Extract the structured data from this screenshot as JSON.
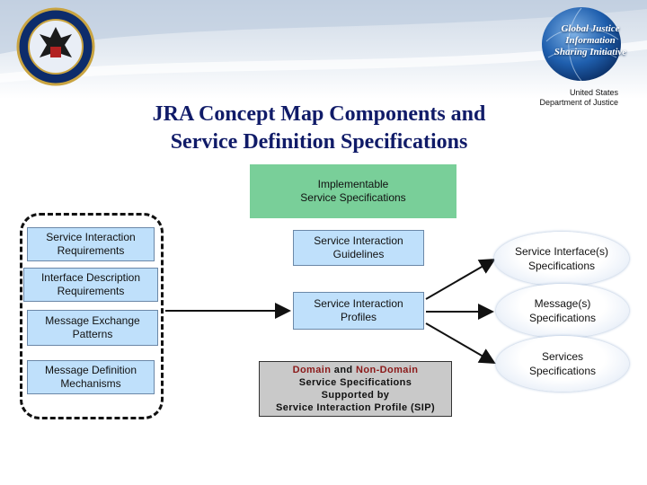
{
  "header": {
    "globe_lines": [
      "Global Justice",
      "Information",
      "Sharing Initiative"
    ],
    "department_lines": [
      "United States",
      "Department of Justice"
    ]
  },
  "title_lines": [
    "JRA Concept Map Components and",
    "Service Definition Specifications"
  ],
  "top_box": {
    "lines": [
      "Implementable",
      "Service Specifications"
    ]
  },
  "requirements": [
    {
      "lines": [
        "Service Interaction",
        "Requirements"
      ]
    },
    {
      "lines": [
        "Interface Description",
        "Requirements"
      ]
    },
    {
      "lines": [
        "Message Exchange",
        "Patterns"
      ]
    },
    {
      "lines": [
        "Message Definition",
        "Mechanisms"
      ]
    }
  ],
  "middle": {
    "guidelines": {
      "lines": [
        "Service Interaction",
        "Guidelines"
      ]
    },
    "profiles": {
      "lines": [
        "Service Interaction",
        "Profiles"
      ]
    },
    "domain_box": {
      "word_domain": "Domain",
      "word_and": " and ",
      "word_non_domain": "Non-Domain",
      "line2": "Service Specifications",
      "line3": "Supported by",
      "line4": "Service Interaction Profile (SIP)"
    }
  },
  "outputs": [
    {
      "lines": [
        "Service Interface(s)",
        "Specifications"
      ]
    },
    {
      "lines": [
        "Message(s)",
        "Specifications"
      ]
    },
    {
      "lines": [
        "Services",
        "Specifications"
      ]
    }
  ],
  "colors": {
    "title": "#101b68",
    "green_box": "#79cf99",
    "blue_box": "#bfe0fb",
    "gray_box": "#c9c9c9",
    "domain_red": "#8b1a1a"
  },
  "icons": {
    "seal": "doj-seal-icon",
    "globe": "globe-icon"
  }
}
